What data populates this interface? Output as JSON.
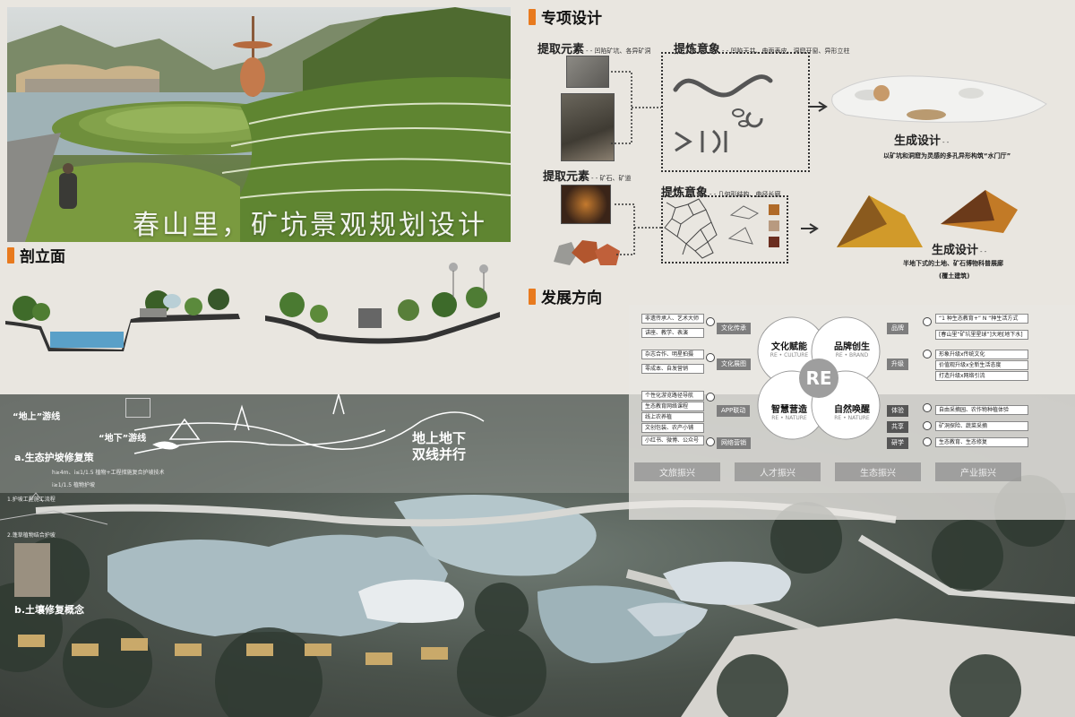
{
  "hero": {
    "title": "春山里，矿坑景观规划设计"
  },
  "sections": {
    "special_design": "专项设计",
    "profile": "剖立面",
    "development": "发展方向"
  },
  "special_design": {
    "row1": {
      "extract_label": "提取元素",
      "extract_detail": "- - 凹陷矿坑、各异矿洞",
      "refine_label": "提炼意象",
      "refine_detail": "- - 凹陷天井、曲面表皮、洞窟开窗、异形立柱",
      "generate_label": "生成设计",
      "generate_desc": "以矿坑和洞窟为灵感的多孔异形构筑“水门厅”"
    },
    "row2": {
      "extract_label": "提取元素",
      "extract_detail": "- - 矿石、矿道",
      "refine_label": "提炼意象",
      "refine_detail": "- - 几何形结构、曲径长廊",
      "generate_label": "生成设计",
      "generate_desc": "半地下式的土地、矿石博物科普展廊",
      "generate_note": "(覆土建筑)"
    }
  },
  "development": {
    "left_boxes": [
      "非遗传承人、艺术大师",
      "讲座、教学、表演",
      "杂志合作、明星拍摄",
      "零成本、自发营销",
      "个性化游览路径导航",
      "生态教育网络课程",
      "线上农养植",
      "文创包装、农产小铺",
      "小红书、微博、公众号"
    ],
    "left_tags": [
      "文化传承",
      "文化展图",
      "APP联动",
      "网络营销"
    ],
    "right_tags": [
      "品牌",
      "升级",
      "体验",
      "共享",
      "研学"
    ],
    "right_boxes": [
      "“1 种生态教育+” N “种生活方式",
      "[春山里“矿坑里星球”]大地[地下水]",
      "形象升级x传统文化",
      "价值观升级x全新生活态度",
      "打造升级x网络引流",
      "自由采摘园、农作物种植体验",
      "矿洞探险、蔬菜采摘",
      "生态教育、生态修复"
    ],
    "quadrants": [
      {
        "title": "文化赋能",
        "sub": "RE • CULTURE"
      },
      {
        "title": "品牌创生",
        "sub": "RE • BRAND"
      },
      {
        "title": "智慧营造",
        "sub": "RE • NATURE"
      },
      {
        "title": "自然唤醒",
        "sub": "RE • NATURE"
      }
    ],
    "center": "RE",
    "bottom_tags": [
      "文旅振兴",
      "人才振兴",
      "生态振兴",
      "产业振兴"
    ]
  },
  "plan": {
    "route_above": "“地上”游线",
    "route_below": "“地下”游线",
    "slogan_line1": "地上地下",
    "slogan_line2": "双线并行",
    "restore_a": "a.生态护坡修复策",
    "restore_b": "b.土壤修复概念",
    "note1": "h≥4m、i≤1/1.5 植物+工程措施复合护坡技术",
    "note2": "i≥1/1.5 植物护坡",
    "step1": "1.护坡工程施工流程",
    "step2": "2.蓬草植物结合护坡",
    "colors": {
      "accent": "#e87a1e"
    }
  }
}
